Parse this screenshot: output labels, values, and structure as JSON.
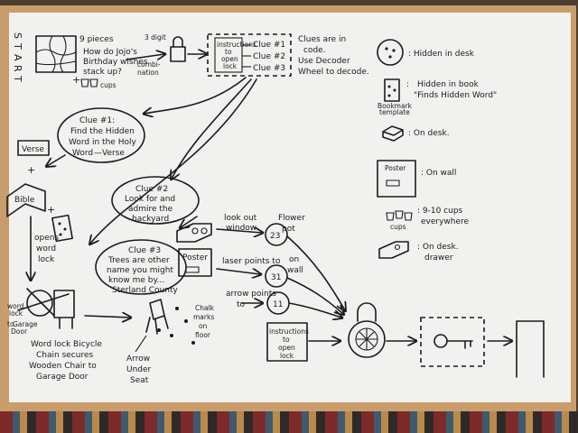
{
  "start_letters": [
    "S",
    "T",
    "A",
    "R",
    "T"
  ],
  "puzzle": {
    "pieces": "9 pieces",
    "question": [
      "How do Jojo's",
      "Birthday wishes",
      "stack up?"
    ],
    "cups": "cups"
  },
  "combo": {
    "digits": "3 digit",
    "label": [
      "combi-",
      "nation"
    ]
  },
  "clues_box": {
    "inner": [
      "instructions",
      "to",
      "open",
      "lock"
    ],
    "c1": "Clue #1",
    "c2": "Clue #2",
    "c3": "Clue #3"
  },
  "code_note": [
    "Clues are in",
    "code.",
    "Use Decoder",
    "Wheel to decode."
  ],
  "legend": {
    "desk_hidden": ": Hidden in desk",
    "book_hidden": [
      "Hidden in book",
      "\"Finds Hidden Word\""
    ],
    "bookmark": [
      "Bookmark",
      "template"
    ],
    "on_desk": ": On desk.",
    "poster_word": "Poster",
    "on_wall": ": On wall",
    "cups_word": "cups",
    "cups_desc": [
      ": 9-10 cups",
      "everywhere"
    ],
    "drawer_desc": [
      ": On desk.",
      "drawer"
    ]
  },
  "clue1": [
    "Clue #1:",
    "Find the Hidden",
    "Word in the Holy",
    "Word"
  ],
  "verse_dash": "—Verse",
  "verse": "Verse",
  "bible": "Bible",
  "opens": [
    "opens",
    "word",
    "lock"
  ],
  "clue2": [
    "Clue #2",
    "Look for and",
    "admire the",
    "backyard"
  ],
  "clue3": [
    "Clue #3",
    "Trees are other",
    "name you might",
    "know me by...",
    "Sterland County"
  ],
  "look_out": [
    "look out",
    "window"
  ],
  "flower_pot": [
    "Flower",
    "pot"
  ],
  "num_23": "23",
  "poster_lbl": "Poster",
  "laser": "laser points to",
  "on_wall": [
    "on",
    "wall"
  ],
  "num_31": "31",
  "arrow_points": [
    "arrow points",
    "to"
  ],
  "num_11": "11",
  "word_lock": [
    "word",
    "lock"
  ],
  "to_garage": [
    "to",
    "Garage",
    "Door"
  ],
  "bike_note": [
    "Word lock Bicycle",
    "Chain secures",
    "Wooden Chair to",
    "Garage Door"
  ],
  "chalk": [
    "Chalk",
    "marks",
    "on",
    "floor"
  ],
  "arrow_under": [
    "Arrow",
    "Under",
    "Seat"
  ],
  "instructions_box": [
    "instructions",
    "to",
    "open",
    "lock"
  ]
}
